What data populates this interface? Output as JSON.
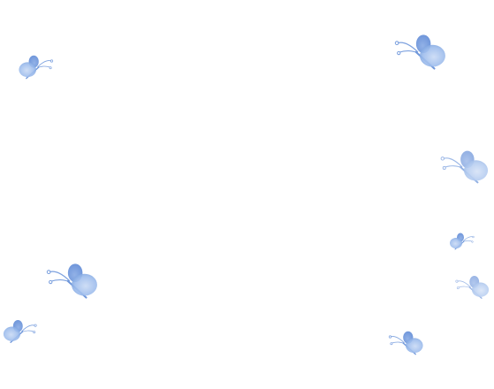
{
  "palette": {
    "background": "#ffffff",
    "wing_light": "#c9daf5",
    "wing_mid": "#9dbcec",
    "wing_dark": "#6f97da",
    "antenna": "#7ea2df"
  },
  "decorations": [
    {
      "icon": "butterfly-icon",
      "facing": "right"
    },
    {
      "icon": "butterfly-icon",
      "facing": "left"
    },
    {
      "icon": "butterfly-icon",
      "facing": "left"
    },
    {
      "icon": "butterfly-icon",
      "facing": "right"
    },
    {
      "icon": "butterfly-icon",
      "facing": "left"
    },
    {
      "icon": "butterfly-icon",
      "facing": "left"
    },
    {
      "icon": "butterfly-icon",
      "facing": "right"
    },
    {
      "icon": "butterfly-icon",
      "facing": "left"
    }
  ]
}
